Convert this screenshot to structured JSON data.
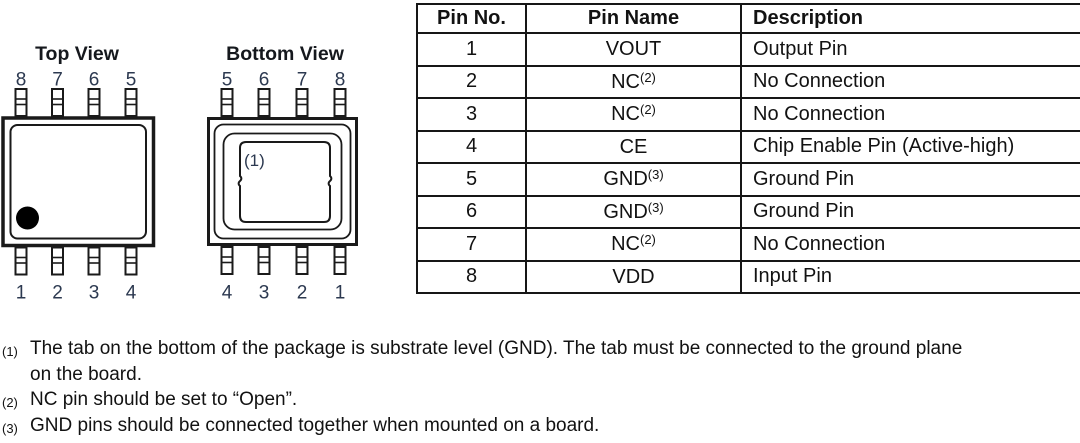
{
  "diagram": {
    "top_view": {
      "title": "Top View",
      "top_pins": [
        "8",
        "7",
        "6",
        "5"
      ],
      "bottom_pins": [
        "1",
        "2",
        "3",
        "4"
      ]
    },
    "bottom_view": {
      "title": "Bottom View",
      "top_pins": [
        "5",
        "6",
        "7",
        "8"
      ],
      "bottom_pins": [
        "4",
        "3",
        "2",
        "1"
      ],
      "tab_label": "(1)"
    }
  },
  "pin_table": {
    "headers": [
      "Pin No.",
      "Pin Name",
      "Description"
    ],
    "rows": [
      {
        "no": "1",
        "name": "VOUT",
        "sup": "",
        "desc": "Output Pin"
      },
      {
        "no": "2",
        "name": "NC",
        "sup": "(2)",
        "desc": "No Connection"
      },
      {
        "no": "3",
        "name": "NC",
        "sup": "(2)",
        "desc": "No Connection"
      },
      {
        "no": "4",
        "name": "CE",
        "sup": "",
        "desc": "Chip Enable Pin (Active-high)"
      },
      {
        "no": "5",
        "name": "GND",
        "sup": "(3)",
        "desc": "Ground Pin"
      },
      {
        "no": "6",
        "name": "GND",
        "sup": "(3)",
        "desc": "Ground Pin"
      },
      {
        "no": "7",
        "name": "NC",
        "sup": "(2)",
        "desc": "No Connection"
      },
      {
        "no": "8",
        "name": "VDD",
        "sup": "",
        "desc": "Input Pin"
      }
    ]
  },
  "footnotes": [
    {
      "marker": "(1)",
      "lines": [
        "The tab on the bottom of the package is substrate level (GND). The tab must be connected to the ground plane",
        "on the board."
      ]
    },
    {
      "marker": "(2)",
      "lines": [
        "NC pin should be set to “Open”."
      ]
    },
    {
      "marker": "(3)",
      "lines": [
        "GND pins should be connected together when mounted on a board."
      ]
    }
  ],
  "colors": {
    "background": "#ffffff",
    "text": "#121212",
    "line": "#1a1a1a",
    "diagram_label": "#2c3950"
  }
}
